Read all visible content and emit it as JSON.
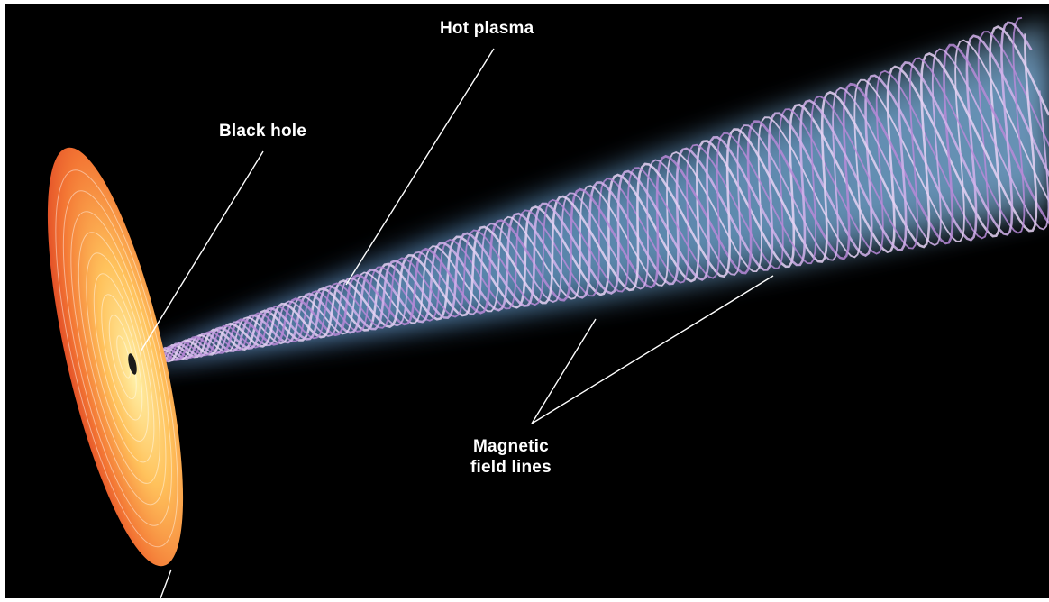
{
  "diagram": {
    "labels": {
      "hot_plasma": "Hot plasma",
      "black_hole": "Black hole",
      "magnetic_field_lines": "Magnetic\nfield lines"
    },
    "colors": {
      "background": "#000000",
      "plasma": "#7fb6e6",
      "field_lines": "#c9a6e8",
      "disk_outer": "#e8482c",
      "disk_inner": "#ffd27a",
      "leader_lines": "#ffffff"
    }
  }
}
